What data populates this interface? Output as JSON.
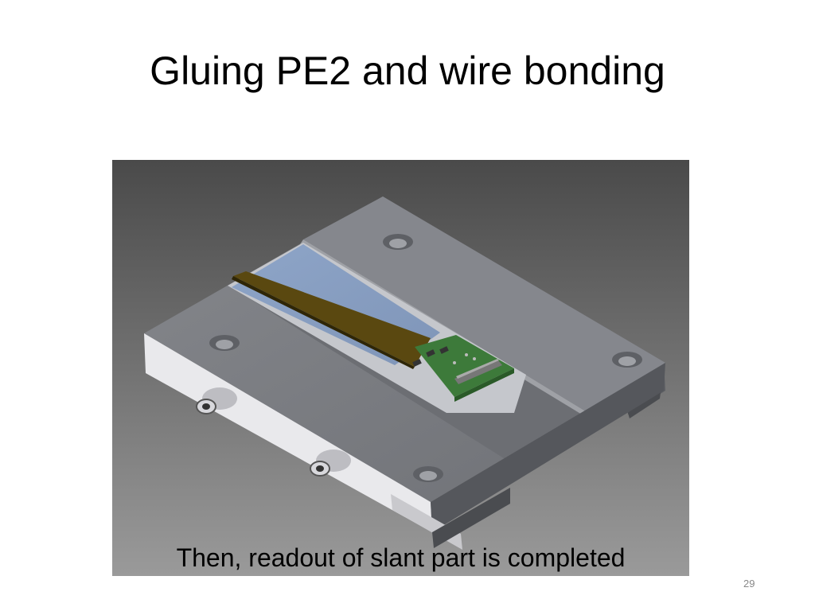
{
  "slide": {
    "title": "Gluing PE2 and wire bonding",
    "caption": "Then, readout of slant part is completed",
    "page_number": "29"
  },
  "colors": {
    "background_top": "#4a4a4a",
    "background_bottom": "#9a9a9a",
    "fixture_top": "#7d7f84",
    "fixture_side_light": "#e9e9ec",
    "sensor_blue": "#8fa3c2",
    "kapton_brown": "#5a4810",
    "pcb_green": "#3d7a3a"
  }
}
